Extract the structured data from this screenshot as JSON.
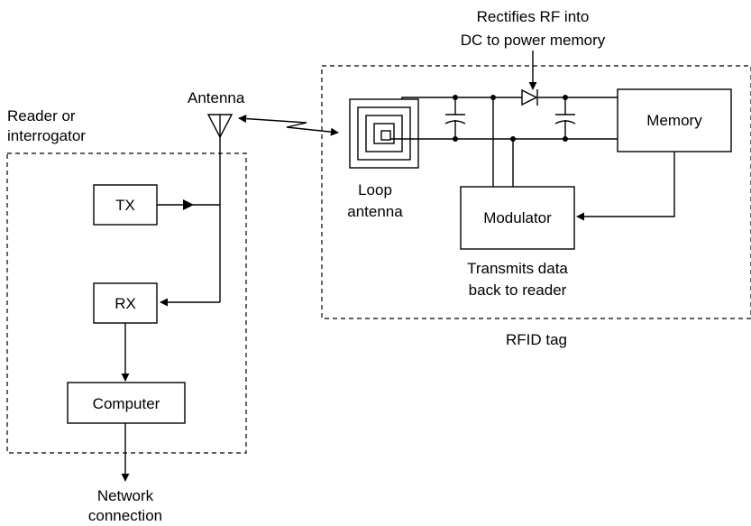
{
  "reader": {
    "label_line1": "Reader or",
    "label_line2": "interrogator",
    "tx": "TX",
    "rx": "RX",
    "computer": "Computer",
    "antenna": "Antenna",
    "network_line1": "Network",
    "network_line2": "connection"
  },
  "tag": {
    "label": "RFID tag",
    "rectifier_note_line1": "Rectifies RF into",
    "rectifier_note_line2": "DC to power memory",
    "loop_antenna_line1": "Loop",
    "loop_antenna_line2": "antenna",
    "memory": "Memory",
    "modulator": "Modulator",
    "modulator_note_line1": "Transmits data",
    "modulator_note_line2": "back to reader"
  }
}
